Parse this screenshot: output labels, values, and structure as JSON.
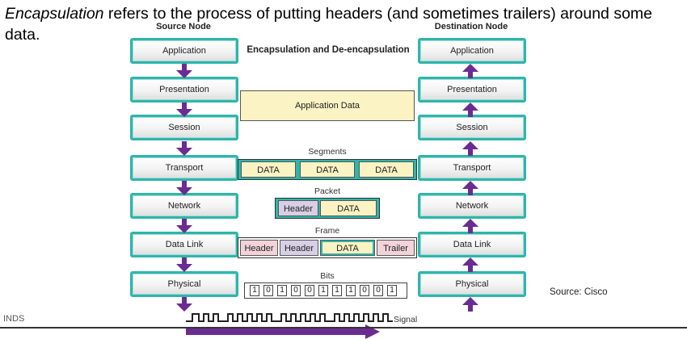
{
  "intro": {
    "emphasis": "Encapsulation",
    "rest": " refers to the process of putting headers (and sometimes trailers) around some data."
  },
  "diagram": {
    "title": "Encapsulation and De-encapsulation",
    "source_node": "Source Node",
    "destination_node": "Destination Node",
    "layers": [
      "Application",
      "Presentation",
      "Session",
      "Transport",
      "Network",
      "Data Link",
      "Physical"
    ],
    "application_data": "Application Data",
    "segments": {
      "label": "Segments",
      "cells": [
        "DATA",
        "DATA",
        "DATA"
      ]
    },
    "packet": {
      "label": "Packet",
      "header": "Header",
      "data": "DATA"
    },
    "frame": {
      "label": "Frame",
      "cells": [
        "Header",
        "Header",
        "DATA",
        "Trailer"
      ]
    },
    "bits": {
      "label": "Bits",
      "values": [
        "1",
        "0",
        "1",
        "0",
        "0",
        "1",
        "1",
        "1",
        "0",
        "0",
        "1"
      ]
    },
    "signal_label": "Signal",
    "arrow_color": "#6b2c91",
    "layer_border_color": "#2fb5ab",
    "data_color": "#fbf3c4",
    "header_color": "#d8cfe6",
    "trailer_color": "#f3d3d8"
  },
  "source_credit": "Source: Cisco",
  "footer_fragment": "INDS"
}
